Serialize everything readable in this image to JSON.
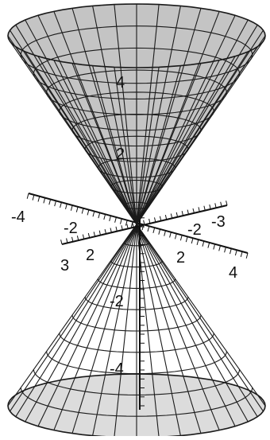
{
  "figure": {
    "surface": "double-cone",
    "equation_hint": "z^2 = x^2 + y^2",
    "colors": {
      "surface_fill": "#dcdcdc",
      "surface_fill_dark": "#c4c4c4",
      "mesh_line": "#1a1a1a",
      "axis_line": "#111111",
      "label": "#111111"
    },
    "mesh": {
      "meridians": 36,
      "rings": 10
    },
    "axes": {
      "z": {
        "ticks": [
          {
            "key": "z_pos4",
            "text": "4"
          },
          {
            "key": "z_pos2",
            "text": "2"
          },
          {
            "key": "z_neg2",
            "text": "-2"
          },
          {
            "key": "z_neg4",
            "text": "-4"
          }
        ]
      },
      "x": {
        "ticks": [
          {
            "key": "x_neg4",
            "text": "-4"
          },
          {
            "key": "x_neg2",
            "text": "-2"
          },
          {
            "key": "x_pos2",
            "text": "2"
          },
          {
            "key": "x_pos4",
            "text": "4"
          }
        ]
      },
      "y": {
        "ticks": [
          {
            "key": "y_neg3",
            "text": "-3"
          },
          {
            "key": "y_neg2",
            "text": "-2"
          },
          {
            "key": "y_pos2",
            "text": "2"
          },
          {
            "key": "y_pos3",
            "text": "3"
          }
        ]
      }
    }
  }
}
